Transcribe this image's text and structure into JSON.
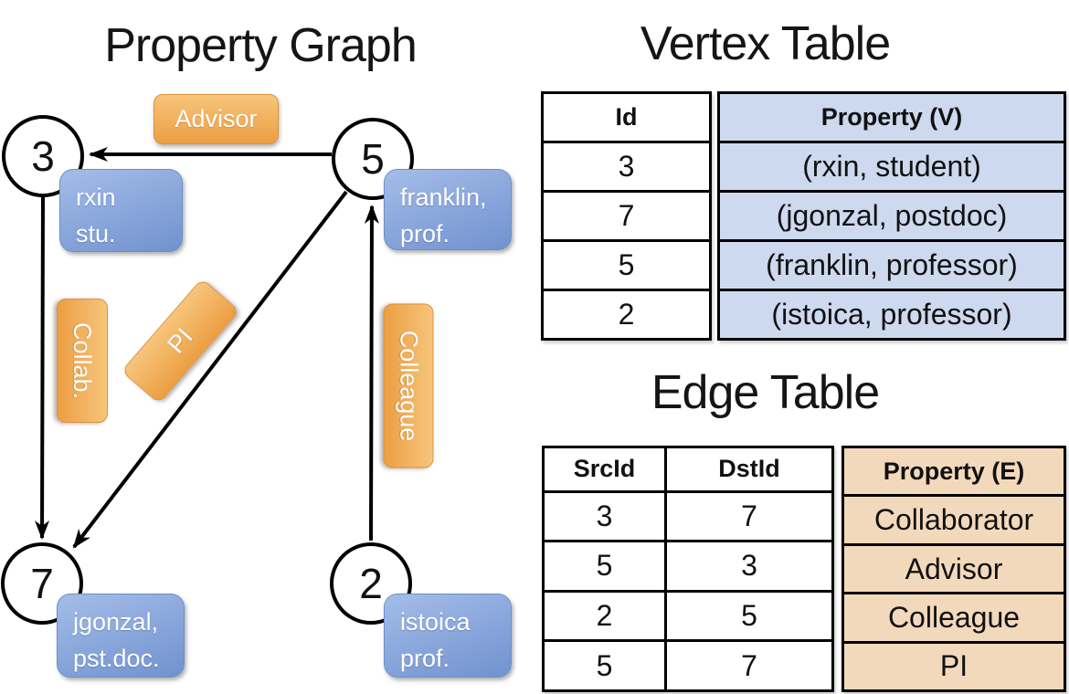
{
  "graph": {
    "title": "Property Graph",
    "nodes": [
      {
        "id": "3",
        "label_lines": [
          "rxin",
          "stu."
        ]
      },
      {
        "id": "5",
        "label_lines": [
          "franklin,",
          "prof."
        ]
      },
      {
        "id": "7",
        "label_lines": [
          "jgonzal,",
          "pst.doc."
        ]
      },
      {
        "id": "2",
        "label_lines": [
          "istoica",
          "prof."
        ]
      }
    ],
    "edge_labels": {
      "advisor": "Advisor",
      "collab": "Collab.",
      "pi": "PI",
      "colleague": "Colleague"
    }
  },
  "vertex_table": {
    "title": "Vertex Table",
    "columns": [
      "Id",
      "Property (V)"
    ],
    "rows": [
      [
        "3",
        "(rxin, student)"
      ],
      [
        "7",
        "(jgonzal, postdoc)"
      ],
      [
        "5",
        "(franklin, professor)"
      ],
      [
        "2",
        "(istoica, professor)"
      ]
    ]
  },
  "edge_table": {
    "title": "Edge Table",
    "columns": [
      "SrcId",
      "DstId",
      "Property (E)"
    ],
    "rows": [
      [
        "3",
        "7",
        "Collaborator"
      ],
      [
        "5",
        "3",
        "Advisor"
      ],
      [
        "2",
        "5",
        "Colleague"
      ],
      [
        "5",
        "7",
        "PI"
      ]
    ]
  },
  "colors": {
    "c_orange_hi": "#f7c57c",
    "c_orange_lo": "#ec9e41",
    "c_blue_hi": "#a4bde8",
    "c_blue_lo": "#7192cf",
    "c_table_blue": "#cdd9ee",
    "c_table_orange": "#f3d9bc",
    "c_line": "#000000"
  }
}
